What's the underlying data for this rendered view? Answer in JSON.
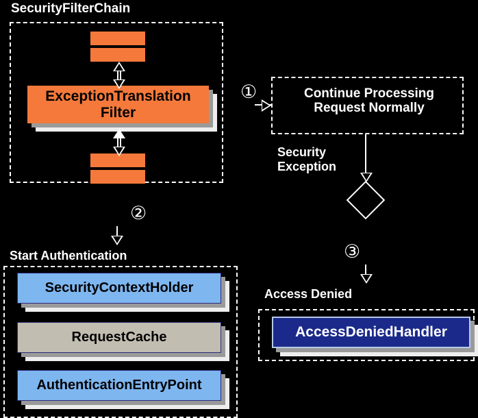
{
  "diagram": {
    "title": "SecurityFilterChain",
    "background": "#000000",
    "colors": {
      "orange": "#f4793b",
      "blue": "#7eb6f0",
      "tan": "#c2bdb1",
      "navy": "#1b2a8a",
      "outline": "#ffffff",
      "shadow_dark": "#9a9a9a",
      "shadow_light": "#eeeeee"
    }
  },
  "groups": {
    "filter_chain": {
      "label": "SecurityFilterChain"
    },
    "continue": {
      "label": "Continue Processing\nRequest Normally"
    },
    "start_auth": {
      "label": "Start Authentication"
    },
    "access_denied": {
      "label": "Access Denied"
    }
  },
  "nodes": {
    "exception_translation_filter": {
      "label": "ExceptionTranslation\nFilter",
      "color": "#f4793b"
    },
    "security_context_holder": {
      "label": "SecurityContextHolder",
      "color": "#7eb6f0"
    },
    "request_cache": {
      "label": "RequestCache",
      "color": "#c2bdb1"
    },
    "authentication_entry_point": {
      "label": "AuthenticationEntryPoint",
      "color": "#7eb6f0"
    },
    "access_denied_handler": {
      "label": "AccessDeniedHandler",
      "color": "#1b2a8a"
    },
    "filter_strip_1": {
      "label": ""
    },
    "filter_strip_2": {
      "label": ""
    },
    "filter_strip_3": {
      "label": ""
    },
    "filter_strip_4": {
      "label": ""
    }
  },
  "steps": {
    "one": "①",
    "two": "②",
    "three": "③"
  },
  "edge_labels": {
    "security_exception": "Security\nException"
  }
}
